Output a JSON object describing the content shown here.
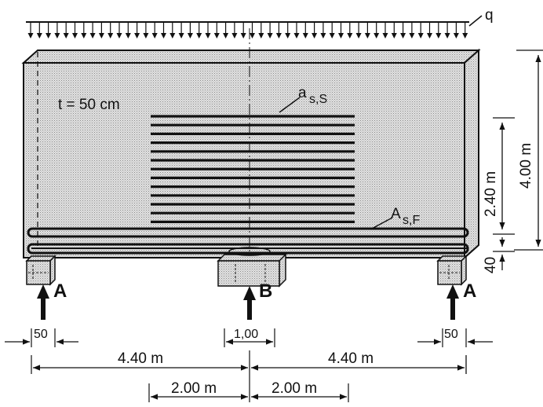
{
  "load": {
    "label": "q"
  },
  "wall": {
    "thickness_label": "t = 50 cm"
  },
  "reinforcement": {
    "web_label_main": "a",
    "web_label_sub": "s,S",
    "chord_label_main": "A",
    "chord_label_sub": "s,F"
  },
  "supports": {
    "left": "A",
    "middle": "B",
    "right": "A"
  },
  "dimensions": {
    "total_height": "4.00 m",
    "web_height": "2.40 m",
    "bottom_zone": "40",
    "support_width_left": "50",
    "support_width_middle": "1,00",
    "support_width_right": "50",
    "span_left": "4.40 m",
    "span_right": "4.40 m",
    "half_left": "2.00 m",
    "half_right": "2.00 m"
  },
  "colors": {
    "ink": "#111111",
    "shade": "#d4d4d4"
  }
}
